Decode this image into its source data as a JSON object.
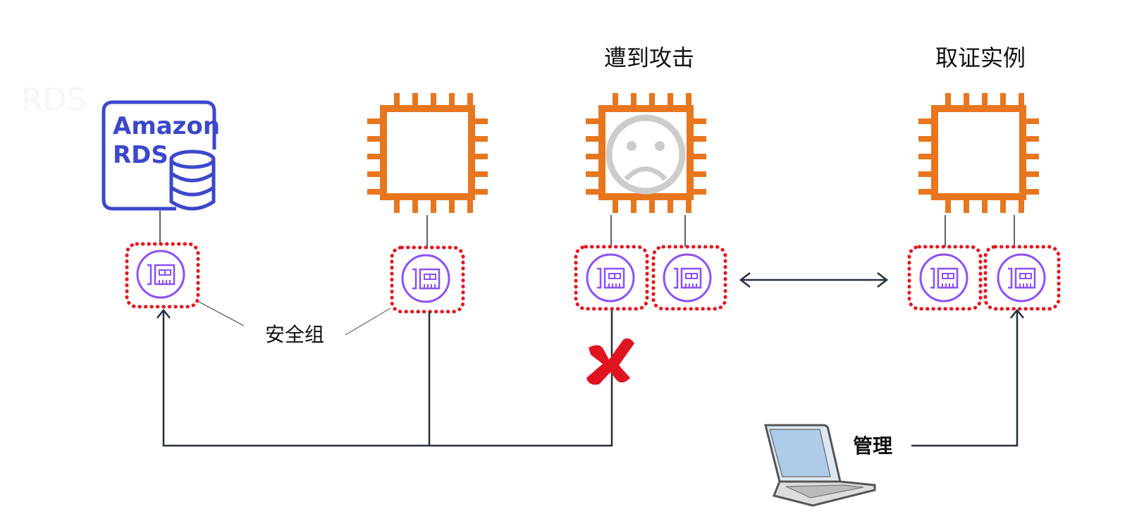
{
  "header": {
    "attacked_title": "遭到攻击",
    "forensic_title": "取证实例"
  },
  "rds": {
    "logo_line1": "Amazon",
    "logo_line2": "RDS",
    "ghost_label": "RDS"
  },
  "labels": {
    "security_group": "安全组",
    "management": "管理"
  },
  "colors": {
    "chip": "#E8761E",
    "rds_blue": "#3B48CC",
    "eni_purple": "#8C4FFF",
    "security_group_dots": "#E8161E",
    "line": "#232F3E",
    "sad_face": "#CCCCCC",
    "blocked_mark": "#E0141E"
  },
  "icons": [
    "amazon-rds-icon",
    "ec2-instance-icon",
    "sad-face-icon",
    "elastic-network-interface-icon",
    "laptop-icon",
    "x-mark-icon",
    "bidirectional-arrow-icon"
  ]
}
